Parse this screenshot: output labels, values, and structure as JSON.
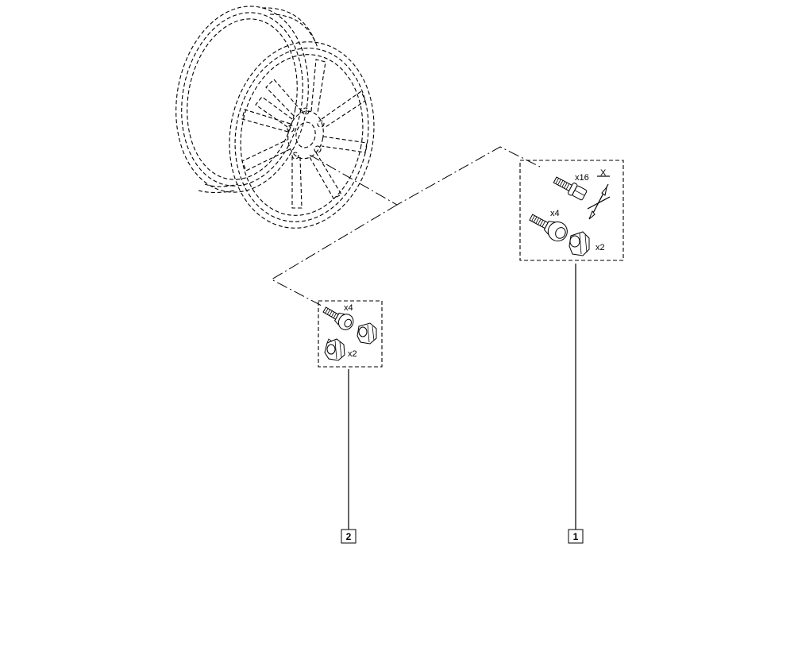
{
  "parts": {
    "kit_1": {
      "ref": "1",
      "bolt_long_qty": "x16",
      "dimension_label": "X",
      "bolt_short_qty": "x4",
      "nut_qty": "x2"
    },
    "kit_2": {
      "ref": "2",
      "bolt_qty": "x4",
      "nut_qty": "x2"
    }
  },
  "colors": {
    "line": "#000000",
    "background": "#ffffff"
  }
}
